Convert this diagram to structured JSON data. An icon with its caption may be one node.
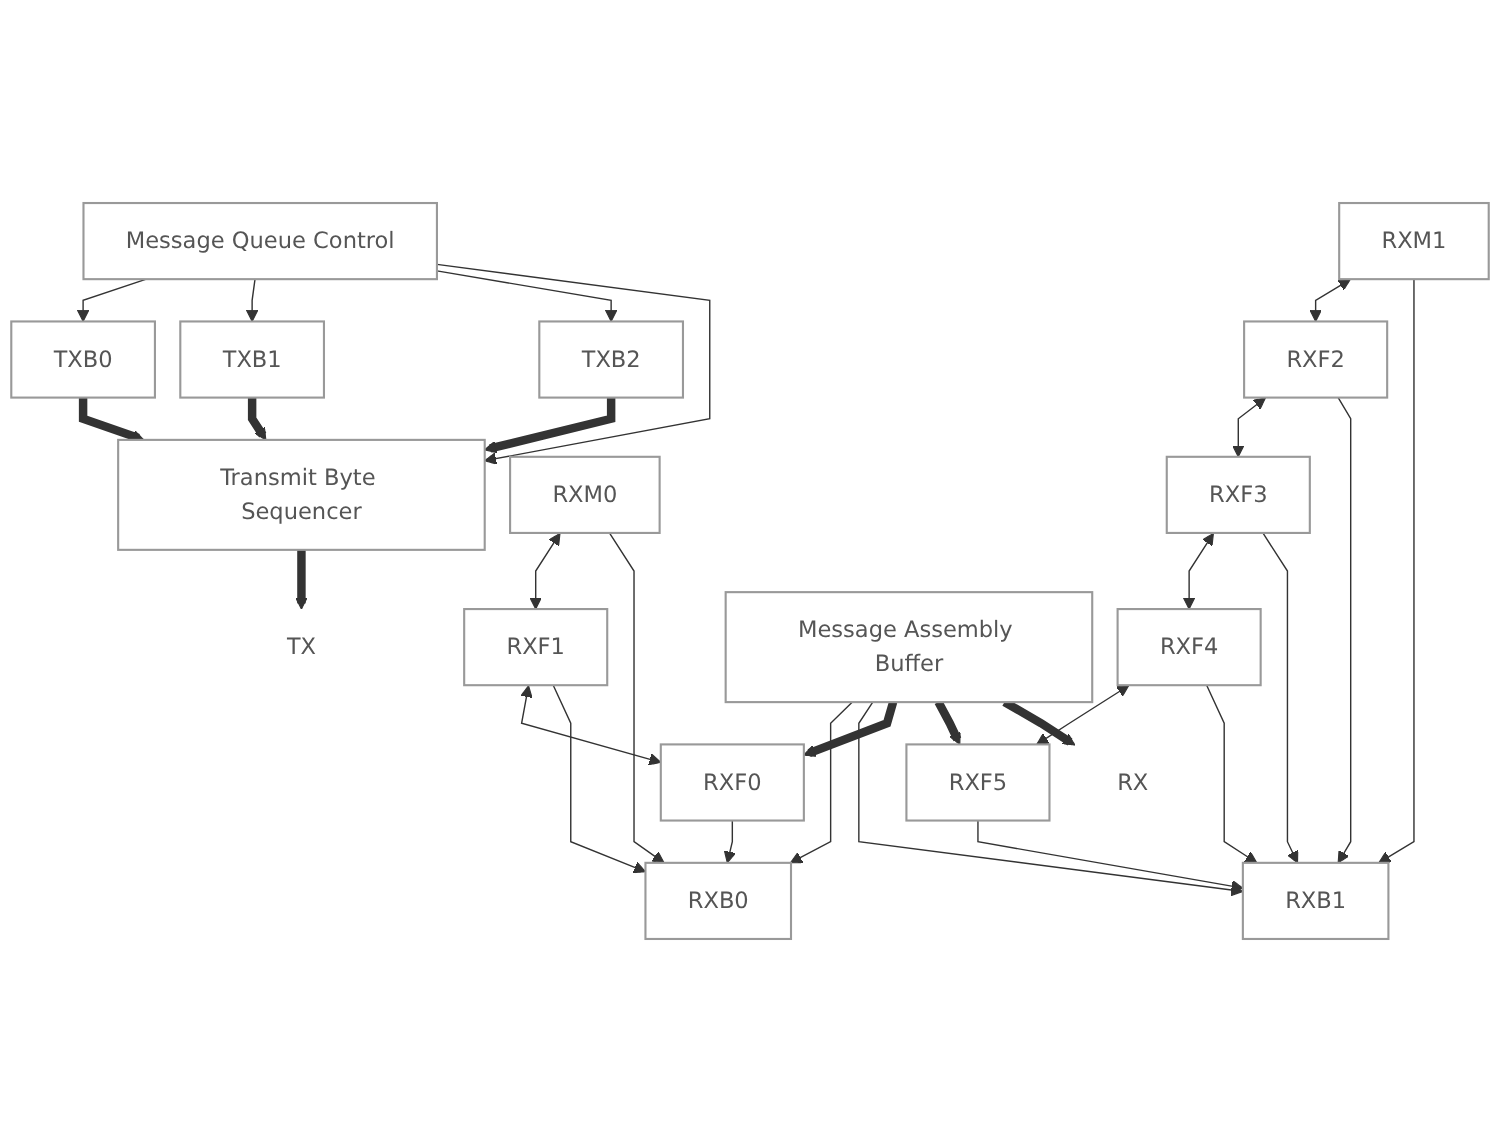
{
  "diagram": {
    "nodes": [
      {
        "text": [
          "TXB0"
        ]
      },
      {
        "text": [
          "TXB1"
        ]
      },
      {
        "text": [
          "TXB2"
        ]
      },
      {
        "text": [
          "Message Queue Control"
        ]
      },
      {
        "text": [
          "Transmit Byte Sequencer"
        ]
      },
      {
        "text": [
          "TX"
        ]
      },
      {
        "text": [
          "RXM1"
        ]
      },
      {
        "text": [
          "RXF2"
        ]
      },
      {
        "text": [
          "RXM0"
        ]
      },
      {
        "text": [
          "RXF3"
        ]
      },
      {
        "text": [
          "RXF1"
        ]
      },
      {
        "text": [
          "RXF4"
        ]
      },
      {
        "text": [
          "RXF0"
        ]
      },
      {
        "text": [
          "RXF5"
        ]
      },
      {
        "text": [
          "RXB0"
        ]
      },
      {
        "text": [
          "RXB1"
        ]
      },
      {
        "text": [
          "Message Assembly Buffer"
        ]
      },
      {
        "text": [
          "RX"
        ]
      }
    ],
    "edges": [
      {
        "from": 3,
        "to": 0,
        "arrow": "to"
      },
      {
        "from": 3,
        "to": 1,
        "arrow": "to"
      },
      {
        "from": 3,
        "to": 2,
        "arrow": "to"
      },
      {
        "from": 3,
        "to": 4,
        "arrow": "to"
      },
      {
        "from": 0,
        "to": 4,
        "arrow": "to",
        "style": "thick"
      },
      {
        "from": 1,
        "to": 4,
        "arrow": "to",
        "style": "thick"
      },
      {
        "from": 2,
        "to": 4,
        "arrow": "to",
        "style": "thick"
      },
      {
        "from": 4,
        "to": 5,
        "arrow": "to",
        "style": "thick"
      },
      {
        "from": 8,
        "to": 10,
        "arrow": "both"
      },
      {
        "from": 10,
        "to": 12,
        "arrow": "both"
      },
      {
        "from": 6,
        "to": 7,
        "arrow": "both"
      },
      {
        "from": 7,
        "to": 9,
        "arrow": "both"
      },
      {
        "from": 9,
        "to": 11,
        "arrow": "both"
      },
      {
        "from": 11,
        "to": 13,
        "arrow": "both"
      },
      {
        "from": 8,
        "to": 14,
        "arrow": "to"
      },
      {
        "from": 10,
        "to": 14,
        "arrow": "to"
      },
      {
        "from": 12,
        "to": 14,
        "arrow": "to"
      },
      {
        "from": 6,
        "to": 15,
        "arrow": "to"
      },
      {
        "from": 7,
        "to": 15,
        "arrow": "to"
      },
      {
        "from": 9,
        "to": 15,
        "arrow": "to"
      },
      {
        "from": 11,
        "to": 15,
        "arrow": "to"
      },
      {
        "from": 13,
        "to": 15,
        "arrow": "to"
      },
      {
        "from": 16,
        "to": 14,
        "arrow": "to"
      },
      {
        "from": 16,
        "to": 15,
        "arrow": "to"
      },
      {
        "from": 16,
        "to": 12,
        "arrow": "to",
        "style": "thick"
      },
      {
        "from": 16,
        "to": 13,
        "arrow": "to",
        "style": "thick"
      },
      {
        "from": 16,
        "to": 17,
        "arrow": "to",
        "style": "thick"
      }
    ]
  }
}
